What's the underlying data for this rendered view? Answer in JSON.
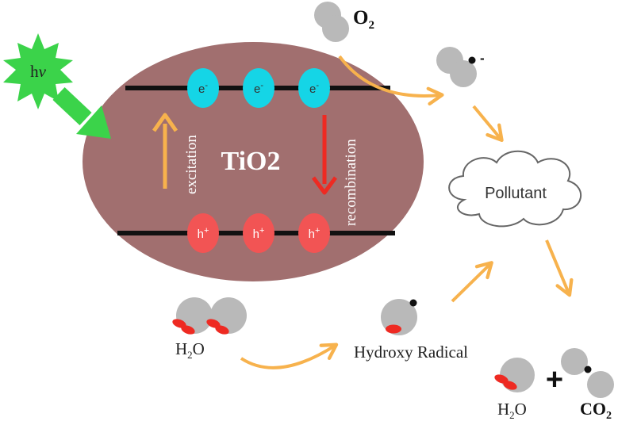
{
  "diagram": {
    "title": "TiO2",
    "light_source": {
      "label_h": "h",
      "label_nu": "ν"
    },
    "electron": {
      "symbol": "e",
      "charge": "-"
    },
    "hole": {
      "symbol": "h",
      "charge": "+"
    },
    "excitation_label": "excitation",
    "recombination_label": "recombination",
    "oxygen": {
      "letter": "O",
      "subscript": "2"
    },
    "superoxide_charge": "-",
    "pollutant_label": "Pollutant",
    "water_left": {
      "letter_a": "H",
      "subscript": "2",
      "letter_b": "O"
    },
    "hydroxy_label": "Hydroxy Radical",
    "product_water": {
      "letter_a": "H",
      "subscript": "2",
      "letter_b": "O"
    },
    "plus_sign": "+",
    "product_co2": {
      "letters": "CO",
      "subscript": "2"
    },
    "colors": {
      "particle": "#a16f6f",
      "electron": "#15d5e6",
      "hole": "#f25454",
      "arrow_orange": "#f7b24d",
      "arrow_red": "#ee2a22",
      "star_green": "#3bd34a",
      "molecule_gray": "#b9b9b9",
      "hydrogen_red": "#ee2a22"
    }
  }
}
